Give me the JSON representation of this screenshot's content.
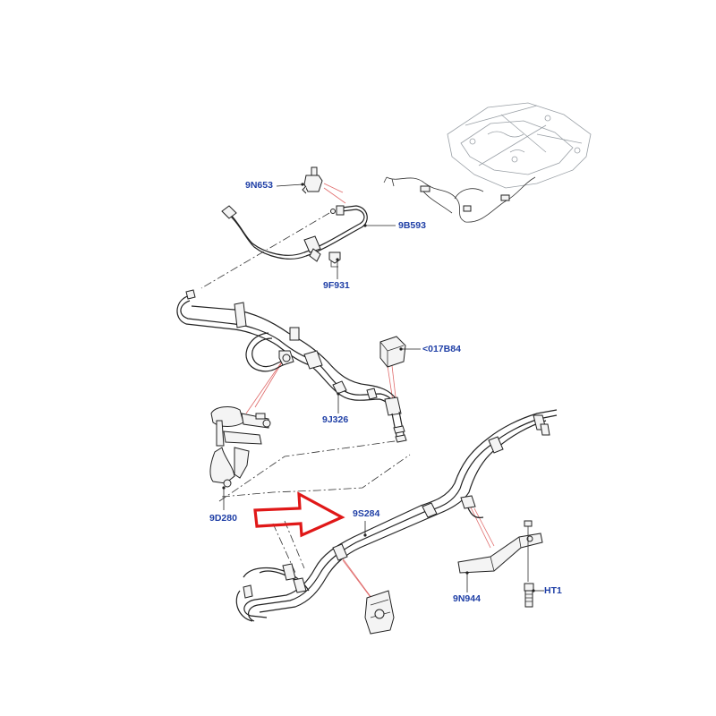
{
  "labels": {
    "p_9n653": "9N653",
    "p_9b593": "9B593",
    "p_9f931": "9F931",
    "p_017b84": "<017B84",
    "p_9j326": "9J326",
    "p_9d280": "9D280",
    "p_9s284": "9S284",
    "p_9n944": "9N944",
    "p_ht1": "HT1"
  },
  "colors": {
    "label": "#1f3fa6",
    "arrow": "#e01818",
    "line": "#222222"
  },
  "icons": {
    "arrow": "red-outline-arrow-right"
  }
}
